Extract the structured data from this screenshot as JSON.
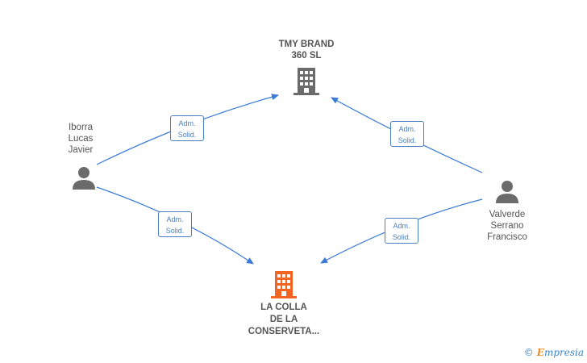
{
  "nodes": {
    "tmy": {
      "line1": "TMY BRAND",
      "line2": "360  SL"
    },
    "iborra": {
      "line1": "Iborra",
      "line2": "Lucas",
      "line3": "Javier"
    },
    "valverde": {
      "line1": "Valverde",
      "line2": "Serrano",
      "line3": "Francisco"
    },
    "main": {
      "line1": "LA COLLA",
      "line2": "DE LA",
      "line3": "CONSERVETA..."
    }
  },
  "edges": [
    {
      "line1": "Adm.",
      "line2": "Solid."
    },
    {
      "line1": "Adm.",
      "line2": "Solid."
    },
    {
      "line1": "Adm.",
      "line2": "Solid."
    },
    {
      "line1": "Adm.",
      "line2": "Solid."
    }
  ],
  "colors": {
    "edge": "#3a7bd5",
    "person": "#6b6b6b",
    "company": "#6b6b6b",
    "main_company": "#f26522"
  },
  "watermark": {
    "copyright": "©",
    "brand_first": "E",
    "brand_rest": "mpresia"
  }
}
